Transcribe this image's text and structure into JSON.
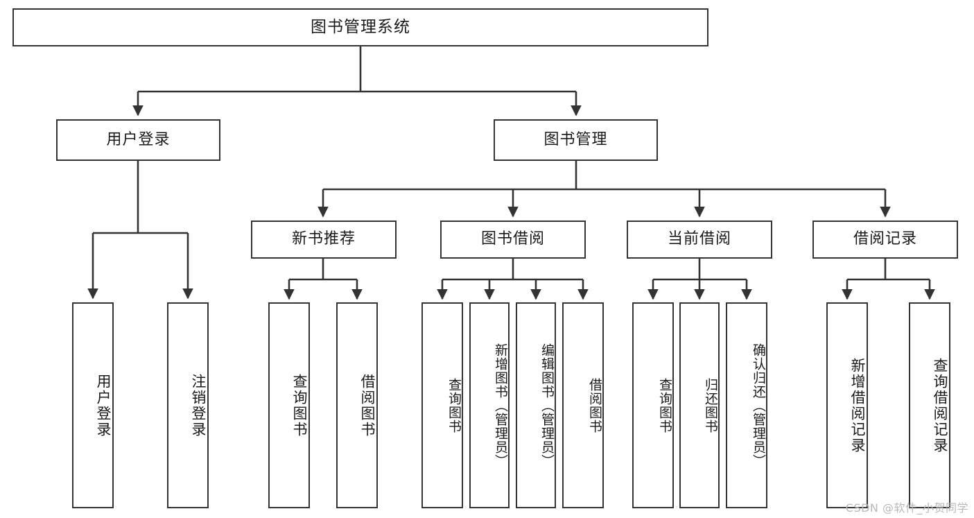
{
  "diagram": {
    "title": "图书管理系统",
    "watermark": "CSDN @软件_小贺同学",
    "line_color": "#333333",
    "box_fill": "#ffffff",
    "text_color": "#1a1a1a"
  },
  "nodes": {
    "root": {
      "label": "图书管理系统"
    },
    "level1": [
      {
        "id": "user-login",
        "label": "用户登录"
      },
      {
        "id": "book-manage",
        "label": "图书管理"
      }
    ],
    "level2": [
      {
        "id": "new-book-recommend",
        "label": "新书推荐",
        "parent": "book-manage"
      },
      {
        "id": "book-borrow",
        "label": "图书借阅",
        "parent": "book-manage"
      },
      {
        "id": "current-borrow",
        "label": "当前借阅",
        "parent": "book-manage"
      },
      {
        "id": "borrow-record",
        "label": "借阅记录",
        "parent": "book-manage"
      }
    ],
    "leaves": [
      {
        "id": "leaf-user-login",
        "label": "用户登录",
        "parent": "user-login"
      },
      {
        "id": "leaf-user-logout",
        "label": "注销登录",
        "parent": "user-login"
      },
      {
        "id": "leaf-query-book-1",
        "label": "查询图书",
        "parent": "new-book-recommend"
      },
      {
        "id": "leaf-borrow-book-1",
        "label": "借阅图书",
        "parent": "new-book-recommend"
      },
      {
        "id": "leaf-query-book-2",
        "label": "查询图书",
        "parent": "book-borrow"
      },
      {
        "id": "leaf-add-book",
        "label": "新增图书（管理员）",
        "parent": "book-borrow"
      },
      {
        "id": "leaf-edit-book",
        "label": "编辑图书（管理员）",
        "parent": "book-borrow"
      },
      {
        "id": "leaf-borrow-book-2",
        "label": "借阅图书",
        "parent": "book-borrow"
      },
      {
        "id": "leaf-query-book-3",
        "label": "查询图书",
        "parent": "current-borrow"
      },
      {
        "id": "leaf-return-book",
        "label": "归还图书",
        "parent": "current-borrow"
      },
      {
        "id": "leaf-confirm-return",
        "label": "确认归还（管理员）",
        "parent": "current-borrow"
      },
      {
        "id": "leaf-add-record",
        "label": "新增借阅记录",
        "parent": "borrow-record"
      },
      {
        "id": "leaf-query-record",
        "label": "查询借阅记录",
        "parent": "borrow-record"
      }
    ]
  }
}
